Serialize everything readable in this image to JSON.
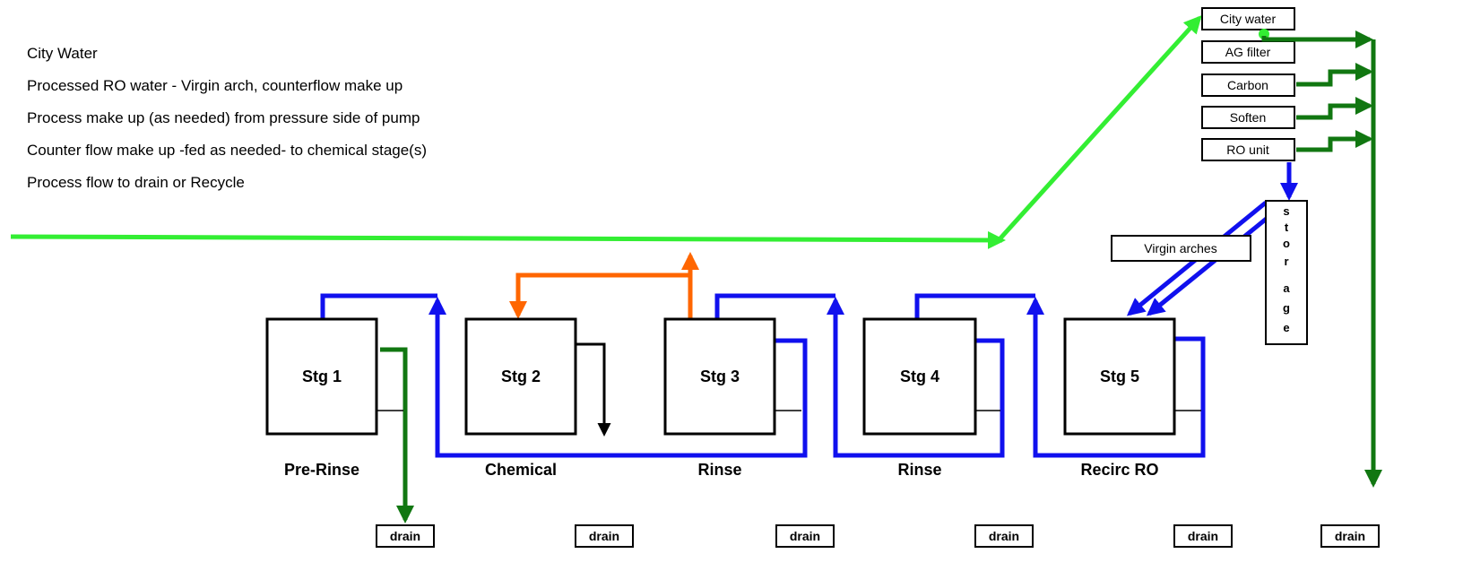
{
  "legend": {
    "items": [
      "City Water",
      "Processed RO water - Virgin arch, counterflow make up",
      "Process make up (as needed) from pressure side of pump",
      "Counter flow make up -fed as needed- to chemical stage(s)",
      "Process flow to drain or Recycle"
    ]
  },
  "treatment": {
    "city_water": "City water",
    "ag_filter": "AG filter",
    "carbon": "Carbon",
    "soften": "Soften",
    "ro_unit": "RO unit",
    "storage_letters": [
      "s",
      "t",
      "o",
      "r",
      "a",
      "g",
      "e"
    ],
    "virgin_arches": "Virgin arches"
  },
  "stages": [
    {
      "label": "Stg 1",
      "caption": "Pre-Rinse"
    },
    {
      "label": "Stg 2",
      "caption": "Chemical"
    },
    {
      "label": "Stg 3",
      "caption": "Rinse"
    },
    {
      "label": "Stg 4",
      "caption": "Rinse"
    },
    {
      "label": "Stg 5",
      "caption": "Recirc RO"
    }
  ],
  "drains": [
    "drain",
    "drain",
    "drain",
    "drain",
    "drain",
    "drain"
  ],
  "colors": {
    "city_water": "#33ee33",
    "ro_water": "#1010ee",
    "process_makeup": "#117711",
    "counter_flow": "#ff6600",
    "drain_flow": "#000000"
  }
}
